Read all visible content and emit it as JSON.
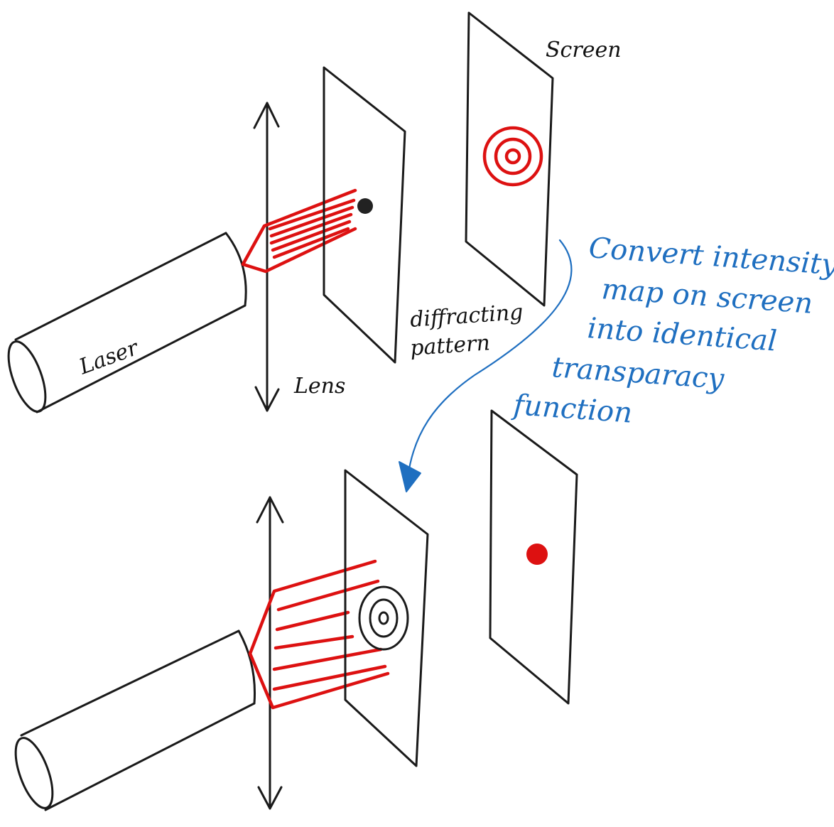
{
  "colors": {
    "ink": "#1a1a1a",
    "beam": "#dd1111",
    "annotation": "#1f6fc0"
  },
  "labels": {
    "screen": "Screen",
    "laser": "Laser",
    "lens": "Lens",
    "diffracting_line1": "diffracting",
    "diffracting_line2": "pattern",
    "annotation_lines": [
      "Convert intensity",
      "map on screen",
      "into identical",
      "transparacy",
      "function"
    ]
  }
}
